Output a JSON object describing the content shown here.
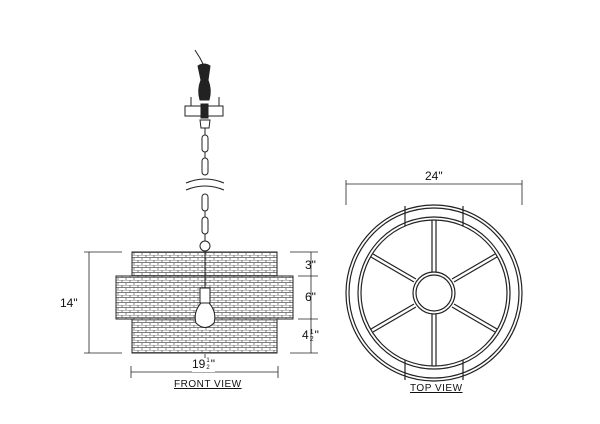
{
  "front_view": {
    "label": "FRONT VIEW",
    "height_dim": "14\"",
    "top_band_dim": "3\"",
    "middle_band_dim": "6\"",
    "bottom_band": {
      "whole": "4",
      "num": "1",
      "den": "2",
      "unit": "\""
    },
    "width": {
      "whole": "19",
      "num": "1",
      "den": "2",
      "unit": "\""
    }
  },
  "top_view": {
    "label": "TOP VIEW",
    "diameter_dim": "24\""
  },
  "colors": {
    "line": "#222222",
    "background": "#ffffff"
  }
}
